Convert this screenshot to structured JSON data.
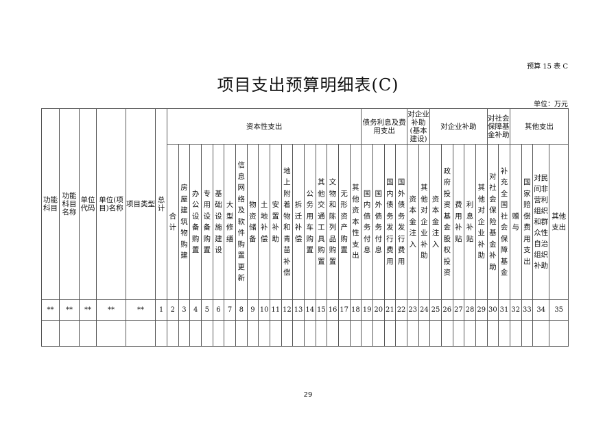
{
  "form_no": "预算 15 表 C",
  "title": "项目支出预算明细表(C)",
  "unit": "单位：万元",
  "page_number": "29",
  "fixed_columns": [
    {
      "label": "功能科目",
      "number": "**"
    },
    {
      "label": "功能科目名称",
      "number": "**"
    },
    {
      "label": "单位代码",
      "number": "**"
    },
    {
      "label": "单位(项目)名称",
      "number": "**"
    },
    {
      "label": "项目类型",
      "number": "**"
    },
    {
      "label": "总计",
      "number": "1"
    }
  ],
  "groups": [
    {
      "label": "资本性支出",
      "span": 17
    },
    {
      "label": "债务利息及费用支出",
      "span": 4
    },
    {
      "label": "对企业补助(基本建设)",
      "span": 2
    },
    {
      "label": "对企业补助",
      "span": 5
    },
    {
      "label": "对社会保障基金补助",
      "span": 2
    },
    {
      "label": "其他支出",
      "span": 4
    }
  ],
  "columns": [
    {
      "label": "合计",
      "number": "2"
    },
    {
      "label": "房屋建筑物购建",
      "number": "3"
    },
    {
      "label": "办公设备购置",
      "number": "4"
    },
    {
      "label": "专用设备购置",
      "number": "5"
    },
    {
      "label": "基础设施建设",
      "number": "6"
    },
    {
      "label": "大型修缮",
      "number": "7"
    },
    {
      "label": "信息网络及软件购置更新",
      "number": "8"
    },
    {
      "label": "物资储备",
      "number": "9"
    },
    {
      "label": "土地补偿",
      "number": "10"
    },
    {
      "label": "安置补助",
      "number": "11"
    },
    {
      "label": "地上附着物和青苗补偿",
      "number": "12"
    },
    {
      "label": "拆迁补偿",
      "number": "13"
    },
    {
      "label": "公务用车购置",
      "number": "14"
    },
    {
      "label": "其他交通工具购置",
      "number": "15"
    },
    {
      "label": "文物和陈列品购置",
      "number": "16"
    },
    {
      "label": "无形资产购置",
      "number": "17"
    },
    {
      "label": "其他资本性支出",
      "number": "18"
    },
    {
      "label": "国内债务付息",
      "number": "19"
    },
    {
      "label": "国外债务付息",
      "number": "20"
    },
    {
      "label": "国内债务发行费用",
      "number": "21"
    },
    {
      "label": "国外债务发行费用",
      "number": "22"
    },
    {
      "label": "资本金注入",
      "number": "23"
    },
    {
      "label": "其他对企业补助",
      "number": "24"
    },
    {
      "label": "资本金注入",
      "number": "25"
    },
    {
      "label": "政府投资基金股权投资",
      "number": "26"
    },
    {
      "label": "费用补贴",
      "number": "27"
    },
    {
      "label": "利息补贴",
      "number": "28"
    },
    {
      "label": "其他对企业补助",
      "number": "29"
    },
    {
      "label": "对社会保险基金补助",
      "number": "30"
    },
    {
      "label": "补充全国社会保障基金",
      "number": "31"
    },
    {
      "label": "赠与",
      "number": "32"
    },
    {
      "label": "国家赔偿费用支出",
      "number": "33"
    },
    {
      "label": "对民间非营利组织和群众性自治组织补助",
      "number": "34"
    },
    {
      "label": "其他支出",
      "number": "35"
    }
  ]
}
